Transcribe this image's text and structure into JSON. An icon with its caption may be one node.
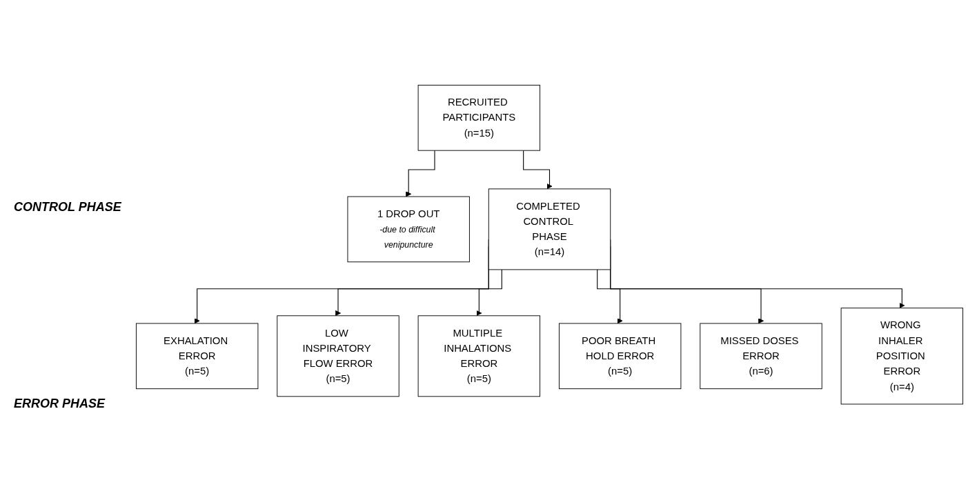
{
  "diagram": {
    "nodes": [
      {
        "text": [
          "RECRUITED PARTICIPANTS",
          "(n=15)"
        ]
      },
      {
        "text": [
          "1 DROP OUT",
          "-due to difficult venipuncture"
        ]
      },
      {
        "text": [
          "COMPLETED CONTROL PHASE",
          "(n=14)"
        ]
      },
      {
        "text": [
          "EXHALATION ERROR",
          "(n=5)"
        ]
      },
      {
        "text": [
          "LOW INSPIRATORY FLOW ERROR",
          "(n=5)"
        ]
      },
      {
        "text": [
          "MULTIPLE INHALATIONS ERROR",
          "(n=5)"
        ]
      },
      {
        "text": [
          "POOR BREATH HOLD ERROR",
          "(n=5)"
        ]
      },
      {
        "text": [
          "MISSED DOSES ERROR",
          "(n=6)"
        ]
      },
      {
        "text": [
          "WRONG INHALER POSITION ERROR",
          "(n=4)"
        ]
      }
    ],
    "edges": [
      {
        "from": 0,
        "to": 2,
        "arrow": "to"
      },
      {
        "from": 0,
        "to": 1,
        "arrow": "to"
      },
      {
        "from": 2,
        "to": 3,
        "arrow": "to"
      },
      {
        "from": 2,
        "to": 4,
        "arrow": "to"
      },
      {
        "from": 2,
        "to": 5,
        "arrow": "to"
      },
      {
        "from": 2,
        "to": 6,
        "arrow": "to"
      },
      {
        "from": 2,
        "to": 7,
        "arrow": "to"
      },
      {
        "from": 2,
        "to": 8,
        "arrow": "to"
      }
    ],
    "labels": [
      "CONTROL PHASE",
      "ERROR PHASE"
    ]
  }
}
